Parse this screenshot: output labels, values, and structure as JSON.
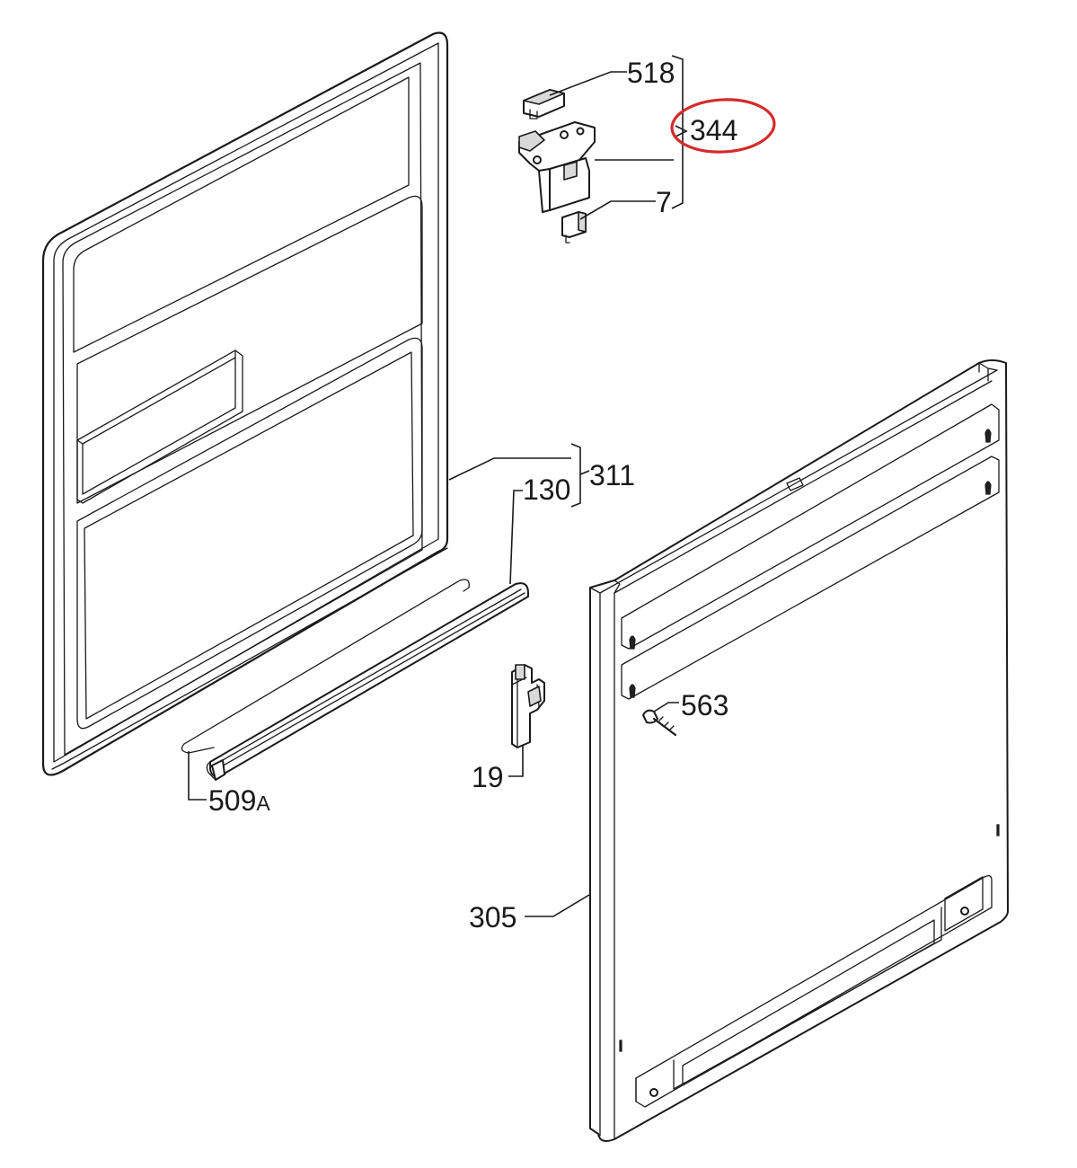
{
  "labels": {
    "p518": "518",
    "p344": "344",
    "p7": "7",
    "p311": "311",
    "p130": "130",
    "p563": "563",
    "p19": "19",
    "p509_num": "509",
    "p509_suffix": "A",
    "p305": "305"
  },
  "highlight": {
    "target": "344",
    "color": "#d42a2a"
  }
}
